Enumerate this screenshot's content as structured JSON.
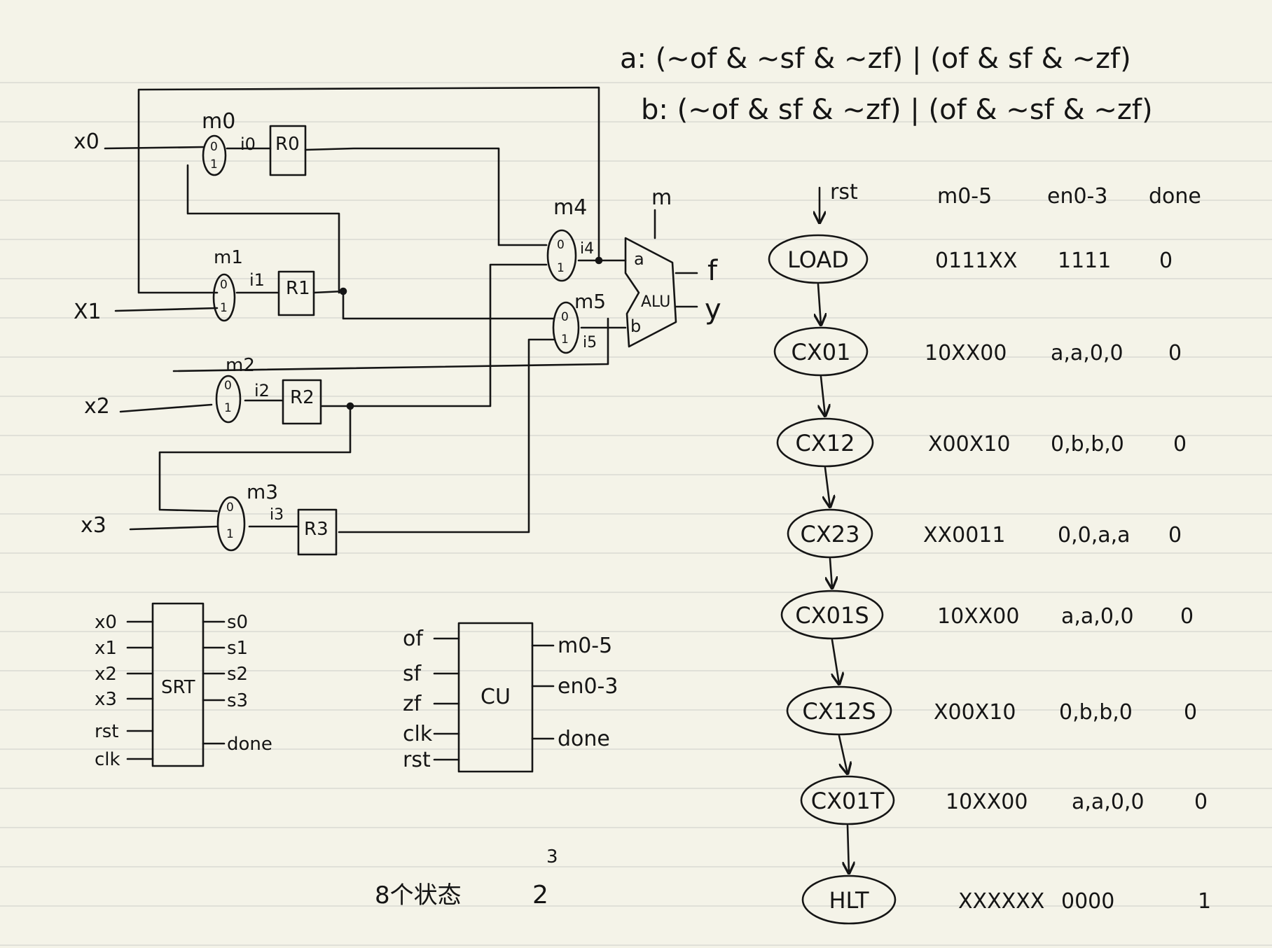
{
  "formulas": {
    "a": "a: (~of & ~sf & ~zf) | (of & sf & ~zf)",
    "b": "b: (~of & sf & ~zf) | (of & ~sf & ~zf)"
  },
  "datapath": {
    "inputs": [
      "x0",
      "X1",
      "x2",
      "x3"
    ],
    "muxes": [
      "m0",
      "m1",
      "m2",
      "m3",
      "m4",
      "m5"
    ],
    "mux_ports": {
      "zero": "0",
      "one": "1"
    },
    "mux_outputs": [
      "i0",
      "i1",
      "i2",
      "i3",
      "i4",
      "i5"
    ],
    "registers": [
      "R0",
      "R1",
      "R2",
      "R3"
    ],
    "alu": {
      "label": "ALU",
      "ctrl": "m",
      "in_a": "a",
      "in_b": "b",
      "out_f": "f",
      "out_y": "y"
    }
  },
  "srt_block": {
    "label": "SRT",
    "inputs": [
      "x0",
      "x1",
      "x2",
      "x3",
      "rst",
      "clk"
    ],
    "outputs": [
      "s0",
      "s1",
      "s2",
      "s3",
      "done"
    ]
  },
  "cu_block": {
    "label": "CU",
    "inputs": [
      "of",
      "sf",
      "zf",
      "clk",
      "rst"
    ],
    "outputs": [
      "m0-5",
      "en0-3",
      "done"
    ]
  },
  "fsm": {
    "reset_label": "rst",
    "headers": {
      "mux": "m0-5",
      "en": "en0-3",
      "done": "done"
    },
    "states": [
      {
        "name": "LOAD",
        "mux": "0111XX",
        "en": "1111",
        "done": "0"
      },
      {
        "name": "CX01",
        "mux": "10XX00",
        "en": "a,a,0,0",
        "done": "0"
      },
      {
        "name": "CX12",
        "mux": "X00X10",
        "en": "0,b,b,0",
        "done": "0"
      },
      {
        "name": "CX23",
        "mux": "XX0011",
        "en": "0,0,a,a",
        "done": "0"
      },
      {
        "name": "CX01S",
        "mux": "10XX00",
        "en": "a,a,0,0",
        "done": "0"
      },
      {
        "name": "CX12S",
        "mux": "X00X10",
        "en": "0,b,b,0",
        "done": "0"
      },
      {
        "name": "CX01T",
        "mux": "10XX00",
        "en": "a,a,0,0",
        "done": "0"
      },
      {
        "name": "HLT",
        "mux": "XXXXXX",
        "en": "0000",
        "done": "1"
      }
    ]
  },
  "footnote": {
    "text": "8个状态",
    "power": "2",
    "exponent": "3"
  }
}
